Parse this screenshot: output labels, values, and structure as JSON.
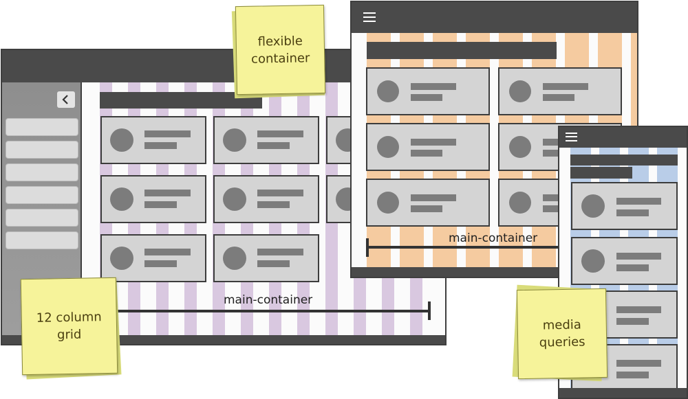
{
  "notes": {
    "flexible": "flexible\ncontainer",
    "grid": "12 column\ngrid",
    "media": "media\nqueries"
  },
  "labels": {
    "desktop_main_container": "main-container",
    "tablet_main_container": "main-container"
  },
  "colors": {
    "desktop_grid": "#d9c8e0",
    "tablet_grid": "#f5cba0",
    "mobile_grid": "#b9cde8",
    "bars": "#4a4a4a",
    "card_fill": "#d4d4d4",
    "note_fill": "#f6f39a"
  },
  "icons": {
    "tablet_menu": "hamburger-menu-icon",
    "mobile_menu": "hamburger-menu-icon",
    "sidebar_collapse": "chevron-left-icon"
  }
}
